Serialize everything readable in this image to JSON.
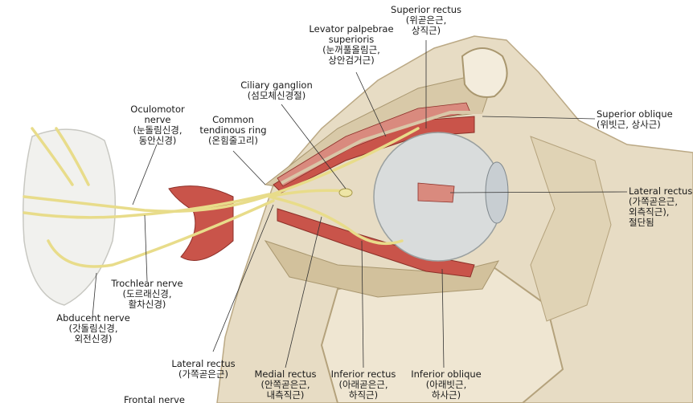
{
  "labels": {
    "superior_rectus": {
      "en": "Superior rectus",
      "ko": [
        "(위곧은근,",
        "상직근)"
      ]
    },
    "levator": {
      "en": [
        "Levator palpebrae",
        "superioris"
      ],
      "ko": [
        "(눈꺼풀올림근,",
        "상안검거근)"
      ]
    },
    "ciliary_ganglion": {
      "en": "Ciliary ganglion",
      "ko": "(섬모체신경절)"
    },
    "common_ring": {
      "en": [
        "Common",
        "tendinous ring"
      ],
      "ko": "(온힘줄고리)"
    },
    "oculomotor": {
      "en": [
        "Oculomotor",
        "nerve"
      ],
      "ko": [
        "(눈돌림신경,",
        "동안신경)"
      ]
    },
    "superior_oblique": {
      "en": "Superior oblique",
      "ko": "(위빗근, 상사근)"
    },
    "lateral_rectus_cut": {
      "en": "Lateral rectus",
      "ko": [
        "(가쪽곧은근,",
        "외측직근),",
        "절단됨"
      ]
    },
    "trochlear": {
      "en": "Trochlear nerve",
      "ko": [
        "(도르래신경,",
        "활차신경)"
      ]
    },
    "abducent": {
      "en": "Abducent nerve",
      "ko": [
        "(갓돌림신경,",
        "외전신경)"
      ]
    },
    "lateral_rectus": {
      "en": "Lateral rectus",
      "ko": "(가쪽곧은근)"
    },
    "medial_rectus": {
      "en": "Medial rectus",
      "ko": [
        "(안쪽곧은근,",
        "내측직근)"
      ]
    },
    "inferior_rectus": {
      "en": "Inferior rectus",
      "ko": [
        "(아래곧은근,",
        "하직근)"
      ]
    },
    "inferior_oblique": {
      "en": "Inferior oblique",
      "ko": [
        "(아래빗근,",
        "하사근)"
      ]
    },
    "frontal_nerve": {
      "en": "Frontal nerve"
    }
  },
  "colors": {
    "bone": "#e7dcc4",
    "bone_shadow": "#cdbd9c",
    "muscle": "#c9544a",
    "muscle_light": "#d98a7e",
    "nerve": "#e8dc8a",
    "eye": "#d9dcdc",
    "leader": "#333333"
  }
}
